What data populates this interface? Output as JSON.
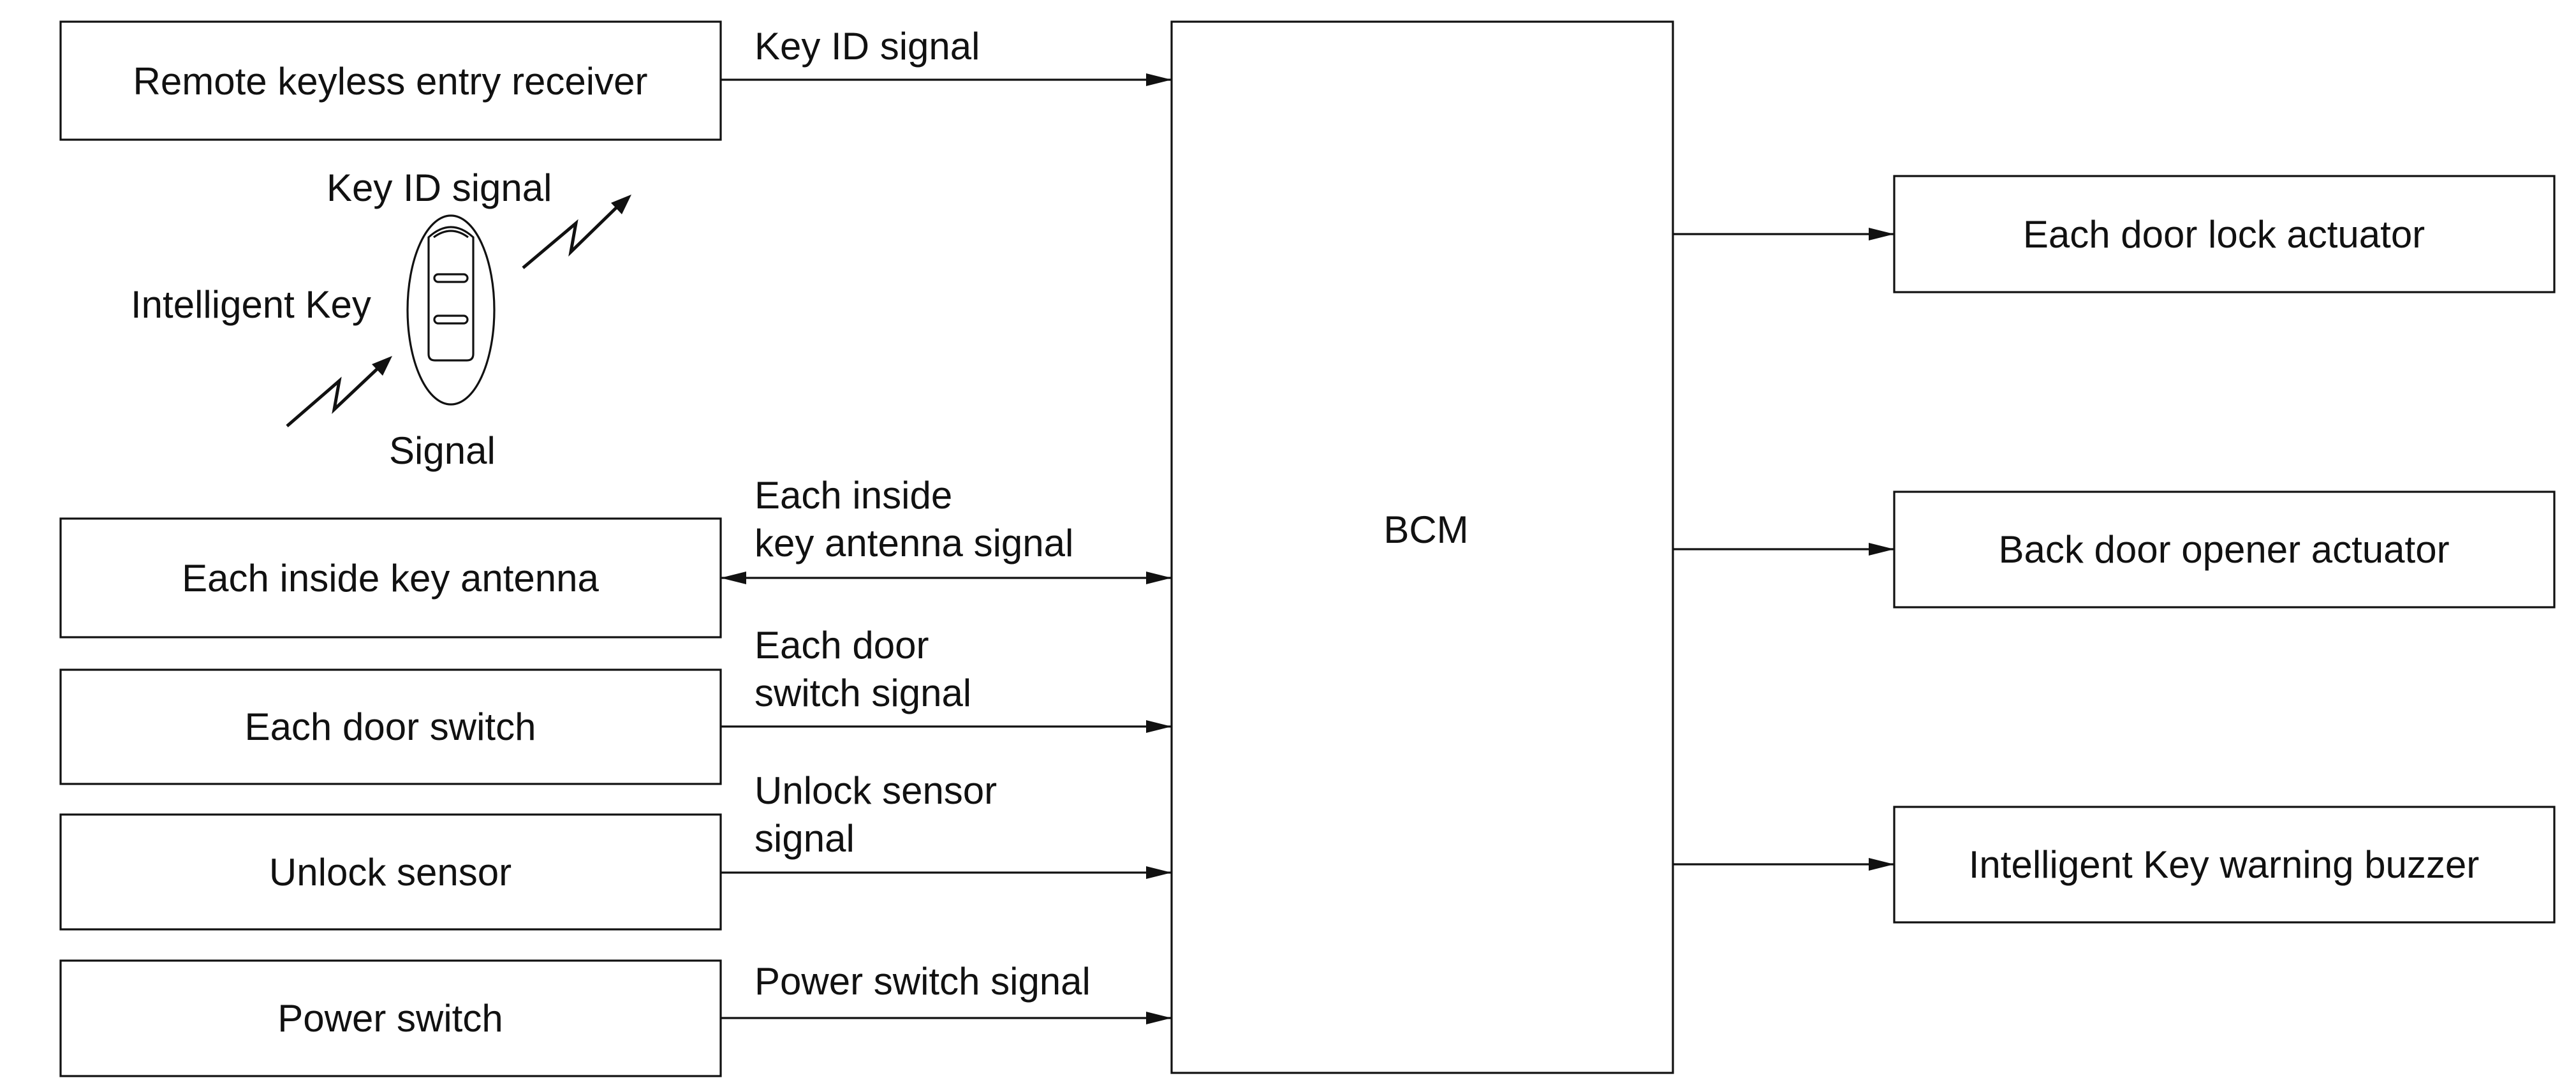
{
  "inputs": {
    "remote_keyless_receiver": "Remote keyless entry receiver",
    "inside_key_antenna": "Each inside key antenna",
    "door_switch": "Each door switch",
    "unlock_sensor": "Unlock sensor",
    "power_switch": "Power switch"
  },
  "controller": {
    "bcm": "BCM"
  },
  "outputs": {
    "door_lock_actuator": "Each door lock actuator",
    "back_door_opener": "Back door opener actuator",
    "warning_buzzer": "Intelligent Key warning buzzer"
  },
  "signals": {
    "key_id_receiver": "Key ID signal",
    "inside_antenna_line1": "Each inside",
    "inside_antenna_line2": "key antenna signal",
    "door_switch_line1": "Each door",
    "door_switch_line2": "switch signal",
    "unlock_sensor_line1": "Unlock sensor",
    "unlock_sensor_line2": "signal",
    "power_switch": "Power switch signal"
  },
  "intelligent_key": {
    "name": "Intelligent Key",
    "key_id_signal": "Key ID signal",
    "signal": "Signal",
    "icon": "smart-key-fob-icon"
  }
}
